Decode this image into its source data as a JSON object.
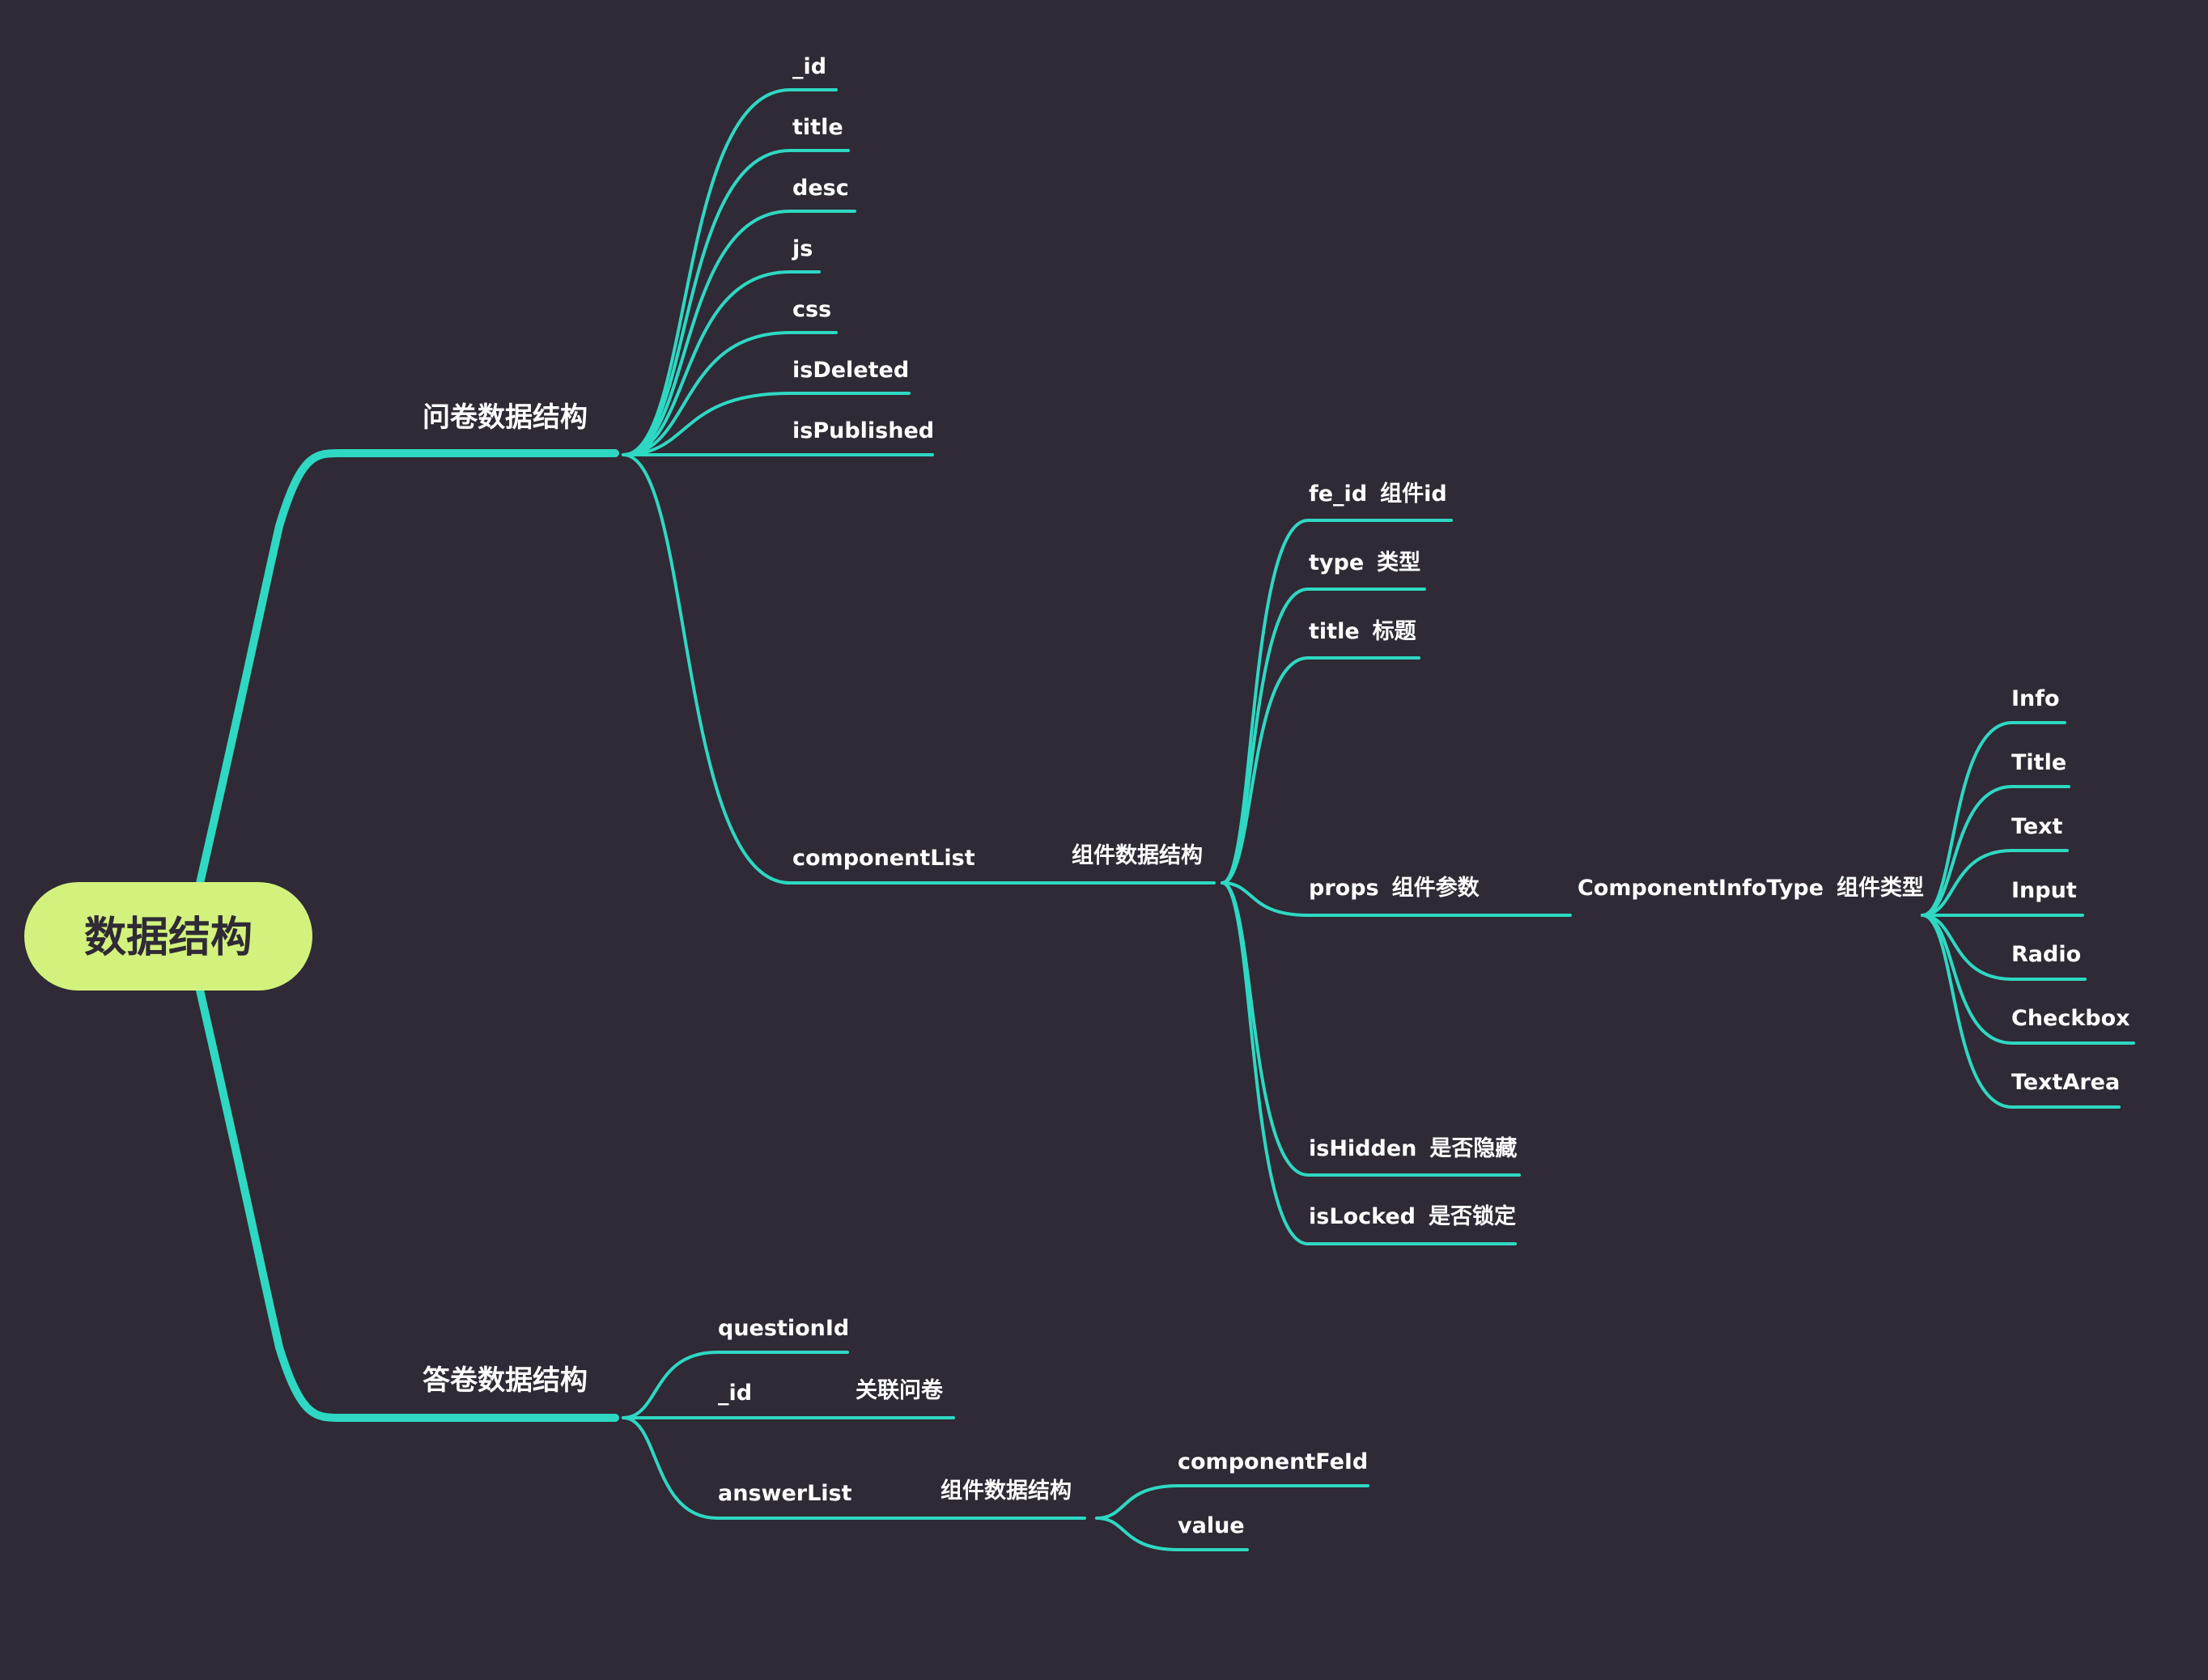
{
  "colors": {
    "background": "#2f2a35",
    "link": "#2ed8c3",
    "root_fill": "#d2f27d",
    "root_text": "#2f2a35",
    "label": "#ffffff"
  },
  "root": {
    "label": "数据结构"
  },
  "branches": {
    "questionnaire": {
      "label": "问卷数据结构",
      "fields": [
        "_id",
        "title",
        "desc",
        "js",
        "css",
        "isDeleted",
        "isPublished"
      ],
      "component_list": {
        "label": "componentList",
        "struct_label": "组件数据结构",
        "fields": [
          {
            "name": "fe_id",
            "note": "组件id"
          },
          {
            "name": "type",
            "note": "类型"
          },
          {
            "name": "title",
            "note": "标题"
          },
          {
            "name": "props",
            "note": "组件参数"
          },
          {
            "name": "isHidden",
            "note": "是否隐藏"
          },
          {
            "name": "isLocked",
            "note": "是否锁定"
          }
        ],
        "props_type": {
          "label": "ComponentInfoType",
          "note": "组件类型",
          "types": [
            "Info",
            "Title",
            "Text",
            "Input",
            "Radio",
            "Checkbox",
            "TextArea"
          ]
        }
      }
    },
    "answer": {
      "label": "答卷数据结构",
      "question_id": "questionId",
      "id_field": {
        "name": "_id",
        "note": "关联问卷"
      },
      "answer_list": {
        "label": "answerList",
        "struct_label": "组件数据结构",
        "fields": [
          "componentFeId",
          "value"
        ]
      }
    }
  }
}
